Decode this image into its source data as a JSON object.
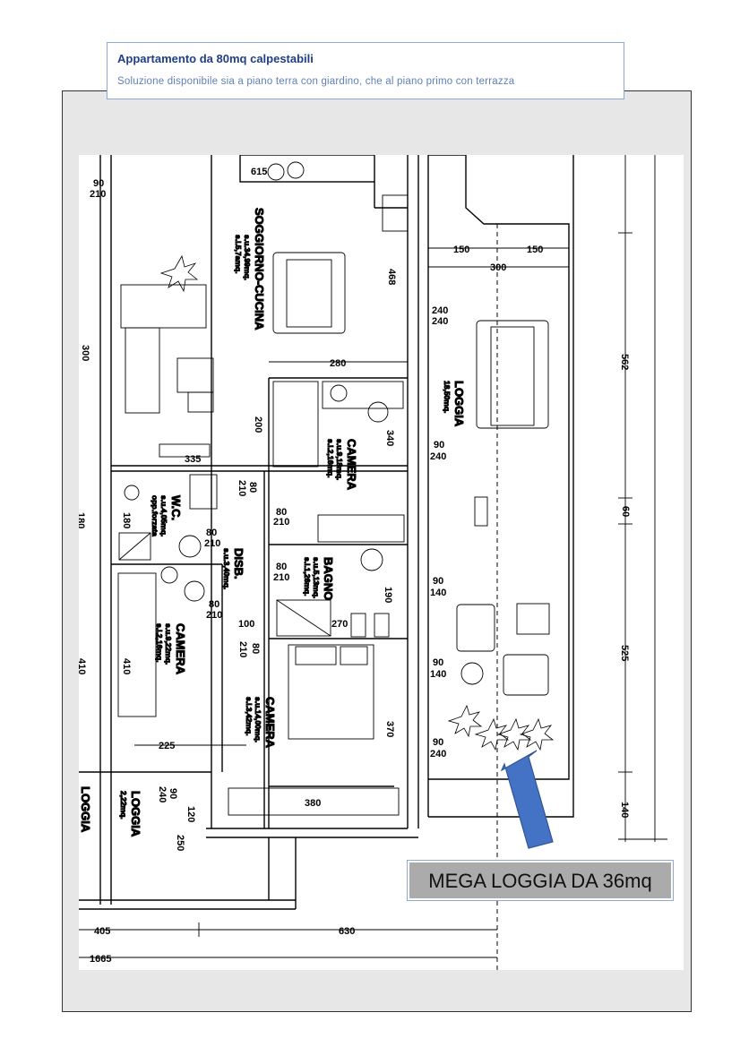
{
  "header": {
    "title": "Appartamento da 80mq calpestabili",
    "subtitle": "Soluzione disponibile sia a piano terra con giardino, che al piano primo con terrazza"
  },
  "callout": {
    "text": "MEGA LOGGIA DA 36mq",
    "arrow_color": "#4472c4"
  },
  "rooms": {
    "soggiorno": {
      "name": "SOGGIORNO-CUCINA",
      "su": "s.u.34,99mq.",
      "sl": "s.l.5,7amq."
    },
    "loggia_big": {
      "name": "LOGGIA",
      "area": "18,50mq."
    },
    "camera1": {
      "name": "CAMERA",
      "su": "s.u.9,18mq.",
      "sl": "s.l.2,16mq."
    },
    "wc": {
      "name": "W.C.",
      "su": "s.u.4,05mq.",
      "note": "opp.forzata"
    },
    "disb": {
      "name": "DISB.",
      "su": "s.u.3,40mq."
    },
    "bagno": {
      "name": "BAGNO",
      "su": "s.u.5,13mq.",
      "sl": "s.l.1,26mq."
    },
    "camera2": {
      "name": "CAMERA",
      "su": "s.u.9,22mq.",
      "sl": "s.l.2,16mq."
    },
    "camera3": {
      "name": "CAMERA",
      "su": "s.u.14,00mq.",
      "sl": "s.l.3,42mq."
    },
    "loggia_small": {
      "name": "LOGGIA",
      "area": "2,22mq."
    },
    "loggia_cut": {
      "name": "LOGGIA"
    }
  },
  "dimensions": {
    "d615": "615",
    "d90a": "90",
    "d210a": "210",
    "d150a": "150",
    "d150b": "150",
    "d300": "300",
    "d468": "468",
    "d240a": "240",
    "d240b": "240",
    "d562": "562",
    "d300v": "300",
    "d280": "280",
    "d200": "200",
    "d340": "340",
    "d90b": "90",
    "d240c": "240",
    "d335": "335",
    "d80a": "80",
    "d210b": "210",
    "d80b": "80",
    "d210c": "210",
    "d80c": "80",
    "d210d": "210",
    "d60": "60",
    "d180a": "180",
    "d180b": "180",
    "d80d": "80",
    "d210e": "210",
    "d80e": "80",
    "d210f": "210",
    "d190": "190",
    "d90c": "90",
    "d140a": "140",
    "d100": "100",
    "d270": "270",
    "d80f": "80",
    "d210g": "210",
    "d525": "525",
    "d90d": "90",
    "d140b": "140",
    "d410a": "410",
    "d410b": "410",
    "d370": "370",
    "d225": "225",
    "d90e": "90",
    "d240d": "240",
    "d90f": "90",
    "d240e": "240",
    "d120": "120",
    "d250": "250",
    "d380": "380",
    "d140c": "140",
    "d405": "405",
    "d630": "630",
    "d1665": "1665"
  }
}
